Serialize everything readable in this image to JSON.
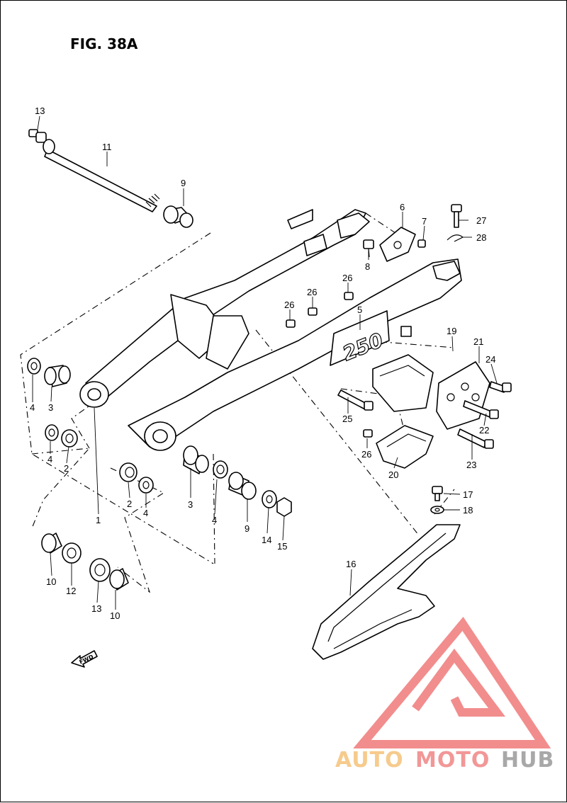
{
  "figure": {
    "title": "FIG. 38A"
  },
  "badge": {
    "text": "250"
  },
  "fwd": {
    "label": "FWD"
  },
  "watermark": {
    "part1": "AUTO",
    "part2": "MOTO",
    "part3": "HUB",
    "color_auto": "#f5c27a",
    "color_moto": "#f08585",
    "color_hub": "#9a9a9a",
    "logo_color": "#f07a7a"
  },
  "callouts": [
    {
      "id": "c1",
      "label": "1"
    },
    {
      "id": "c2a",
      "label": "2"
    },
    {
      "id": "c2b",
      "label": "2"
    },
    {
      "id": "c3a",
      "label": "3"
    },
    {
      "id": "c3b",
      "label": "3"
    },
    {
      "id": "c4a",
      "label": "4"
    },
    {
      "id": "c4b",
      "label": "4"
    },
    {
      "id": "c4c",
      "label": "4"
    },
    {
      "id": "c4d",
      "label": "4"
    },
    {
      "id": "c5",
      "label": "5"
    },
    {
      "id": "c6",
      "label": "6"
    },
    {
      "id": "c7",
      "label": "7"
    },
    {
      "id": "c8",
      "label": "8"
    },
    {
      "id": "c9a",
      "label": "9"
    },
    {
      "id": "c9b",
      "label": "9"
    },
    {
      "id": "c10a",
      "label": "10"
    },
    {
      "id": "c10b",
      "label": "10"
    },
    {
      "id": "c11",
      "label": "11"
    },
    {
      "id": "c12",
      "label": "12"
    },
    {
      "id": "c13a",
      "label": "13"
    },
    {
      "id": "c13b",
      "label": "13"
    },
    {
      "id": "c14",
      "label": "14"
    },
    {
      "id": "c15",
      "label": "15"
    },
    {
      "id": "c16",
      "label": "16"
    },
    {
      "id": "c17",
      "label": "17"
    },
    {
      "id": "c18",
      "label": "18"
    },
    {
      "id": "c19",
      "label": "19"
    },
    {
      "id": "c20",
      "label": "20"
    },
    {
      "id": "c21",
      "label": "21"
    },
    {
      "id": "c22",
      "label": "22"
    },
    {
      "id": "c23",
      "label": "23"
    },
    {
      "id": "c24",
      "label": "24"
    },
    {
      "id": "c25",
      "label": "25"
    },
    {
      "id": "c26a",
      "label": "26"
    },
    {
      "id": "c26b",
      "label": "26"
    },
    {
      "id": "c26c",
      "label": "26"
    },
    {
      "id": "c26d",
      "label": "26"
    },
    {
      "id": "c27",
      "label": "27"
    },
    {
      "id": "c28",
      "label": "28"
    }
  ]
}
